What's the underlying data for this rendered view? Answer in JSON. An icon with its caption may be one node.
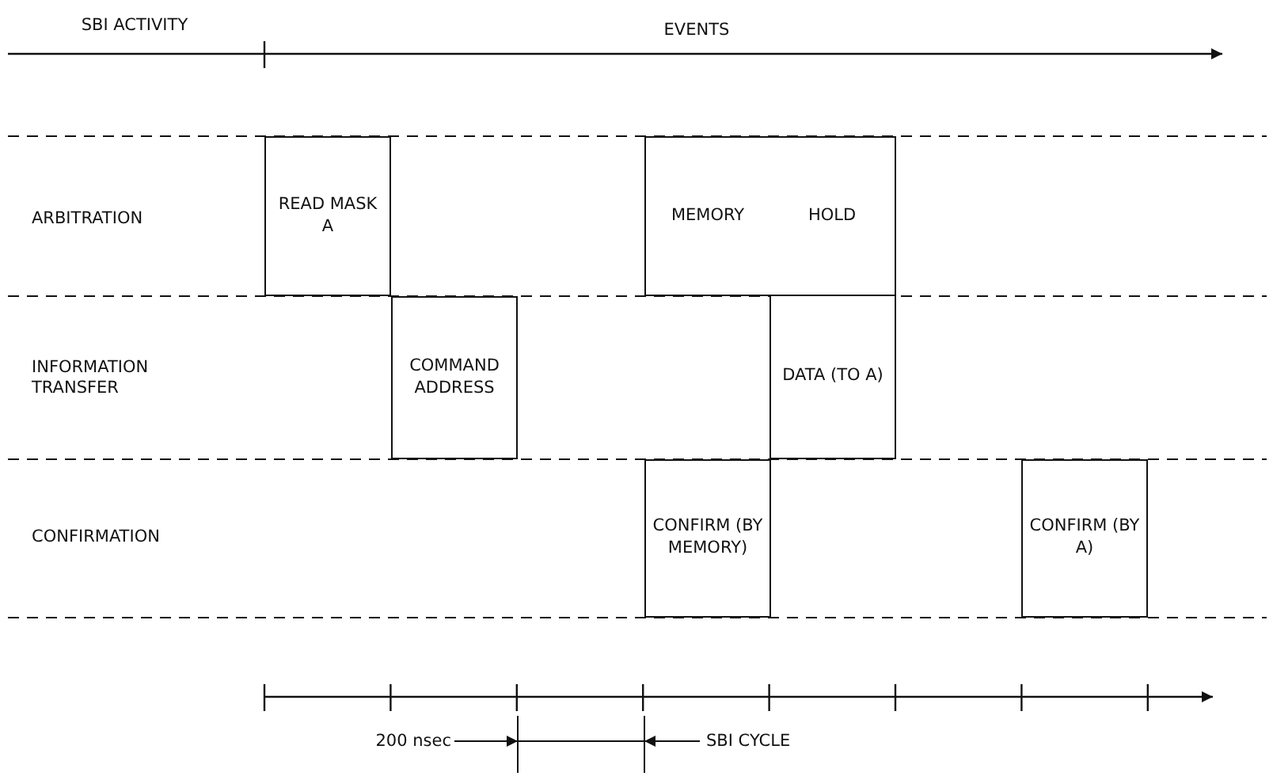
{
  "diagram": {
    "nodes": [
      {
        "text": [
          "READ MASK A"
        ]
      },
      {
        "text": [
          "MEMORY"
        ]
      },
      {
        "text": [
          "HOLD"
        ]
      },
      {
        "text": [
          "COMMAND ADDRESS"
        ]
      },
      {
        "text": [
          "DATA (TO A)"
        ]
      },
      {
        "text": [
          "CONFIRM (BY MEMORY)"
        ]
      },
      {
        "text": [
          "CONFIRM (BY A)"
        ]
      }
    ],
    "labels": [
      "SBI ACTIVITY",
      "EVENTS",
      "ARBITRATION",
      "INFORMATION TRANSFER",
      "CONFIRMATION",
      "200 nsec",
      "SBI CYCLE"
    ]
  }
}
